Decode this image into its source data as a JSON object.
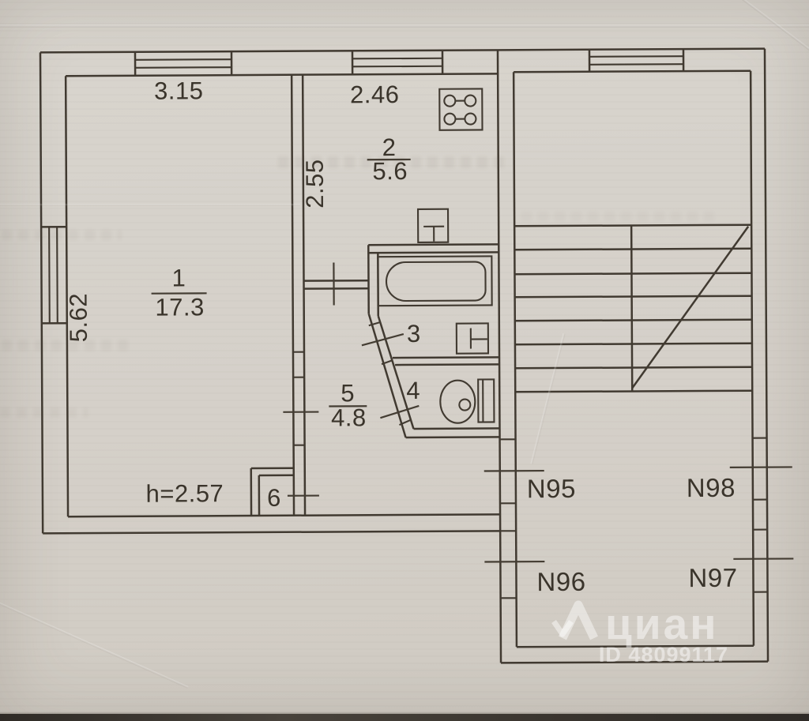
{
  "labels": {
    "dim_top_room1": "3.15",
    "dim_top_kitchen": "2.46",
    "dim_left": "5.62",
    "dim_kitchen_side": "2.55",
    "ceiling_height": "h=2.57",
    "room1": {
      "number": "1",
      "area": "17.3"
    },
    "room2": {
      "number": "2",
      "area": "5.6"
    },
    "room3": {
      "number": "3"
    },
    "room4": {
      "number": "4"
    },
    "room5": {
      "number": "5",
      "area": "4.8"
    },
    "room6": {
      "number": "6"
    },
    "units": {
      "n95": "N95",
      "n96": "N96",
      "n97": "N97",
      "n98": "N98"
    }
  },
  "watermark": {
    "brand": "циан",
    "id_text": "ID 48099117"
  },
  "colors": {
    "paper": "#d6d2cb",
    "ink": "#413a31",
    "watermark": "#ffffff"
  }
}
